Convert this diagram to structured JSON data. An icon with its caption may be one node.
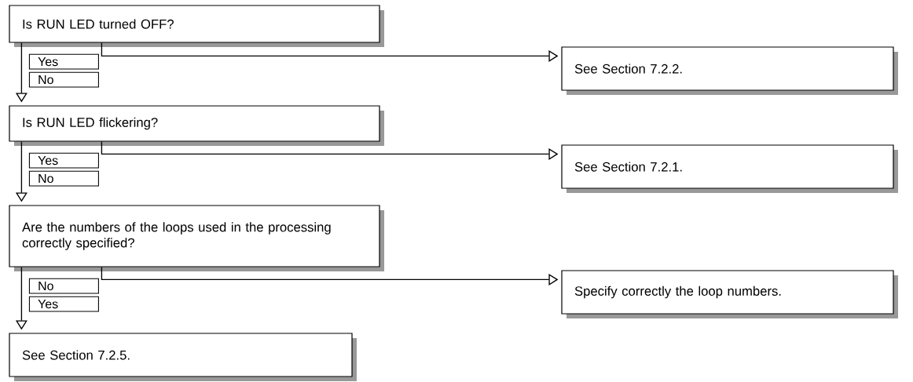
{
  "diagram": {
    "nodes": [
      {
        "text": [
          "Is RUN LED turned OFF?"
        ]
      },
      {
        "text": [
          "See Section 7.2.2."
        ]
      },
      {
        "text": [
          "Is RUN LED flickering?"
        ]
      },
      {
        "text": [
          "See Section 7.2.1."
        ]
      },
      {
        "text": [
          "Are the numbers of the loops used in the processing correctly specified?"
        ]
      },
      {
        "text": [
          "Specify correctly the loop numbers."
        ]
      },
      {
        "text": [
          "See Section 7.2.5."
        ]
      }
    ],
    "edges": [
      {
        "from": 0,
        "to": 1,
        "arrow": "to",
        "label": "Yes"
      },
      {
        "from": 0,
        "to": 2,
        "arrow": "to",
        "label": "No"
      },
      {
        "from": 2,
        "to": 3,
        "arrow": "to",
        "label": "Yes"
      },
      {
        "from": 2,
        "to": 4,
        "arrow": "to",
        "label": "No"
      },
      {
        "from": 4,
        "to": 5,
        "arrow": "to",
        "label": "No"
      },
      {
        "from": 4,
        "to": 6,
        "arrow": "to",
        "label": "Yes"
      }
    ]
  }
}
